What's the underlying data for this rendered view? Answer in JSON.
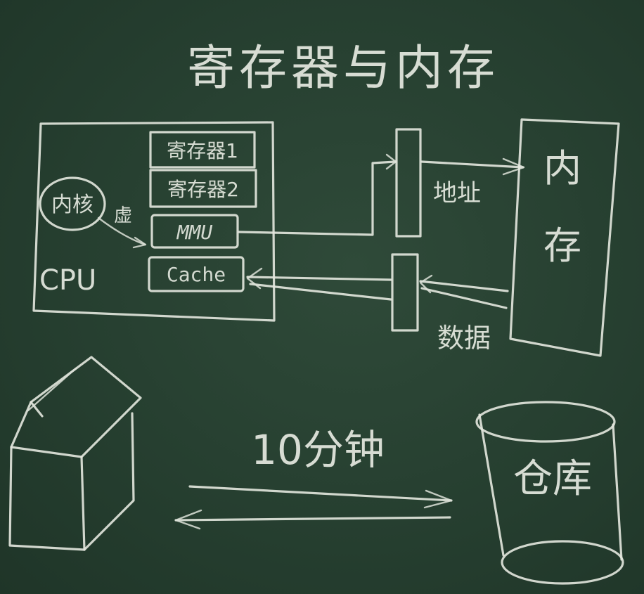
{
  "title": "寄存器与内存",
  "cpu": {
    "label": "CPU",
    "core_label": "内核",
    "virtual_label": "虚",
    "registers": [
      "寄存器1",
      "寄存器2"
    ],
    "mmu_label": "MMU",
    "cache_label": "Cache"
  },
  "bus": {
    "address_label": "地址",
    "data_label": "数据"
  },
  "memory_label": "内存",
  "analogy": {
    "distance_label": "10分钟",
    "warehouse_label": "仓库"
  }
}
